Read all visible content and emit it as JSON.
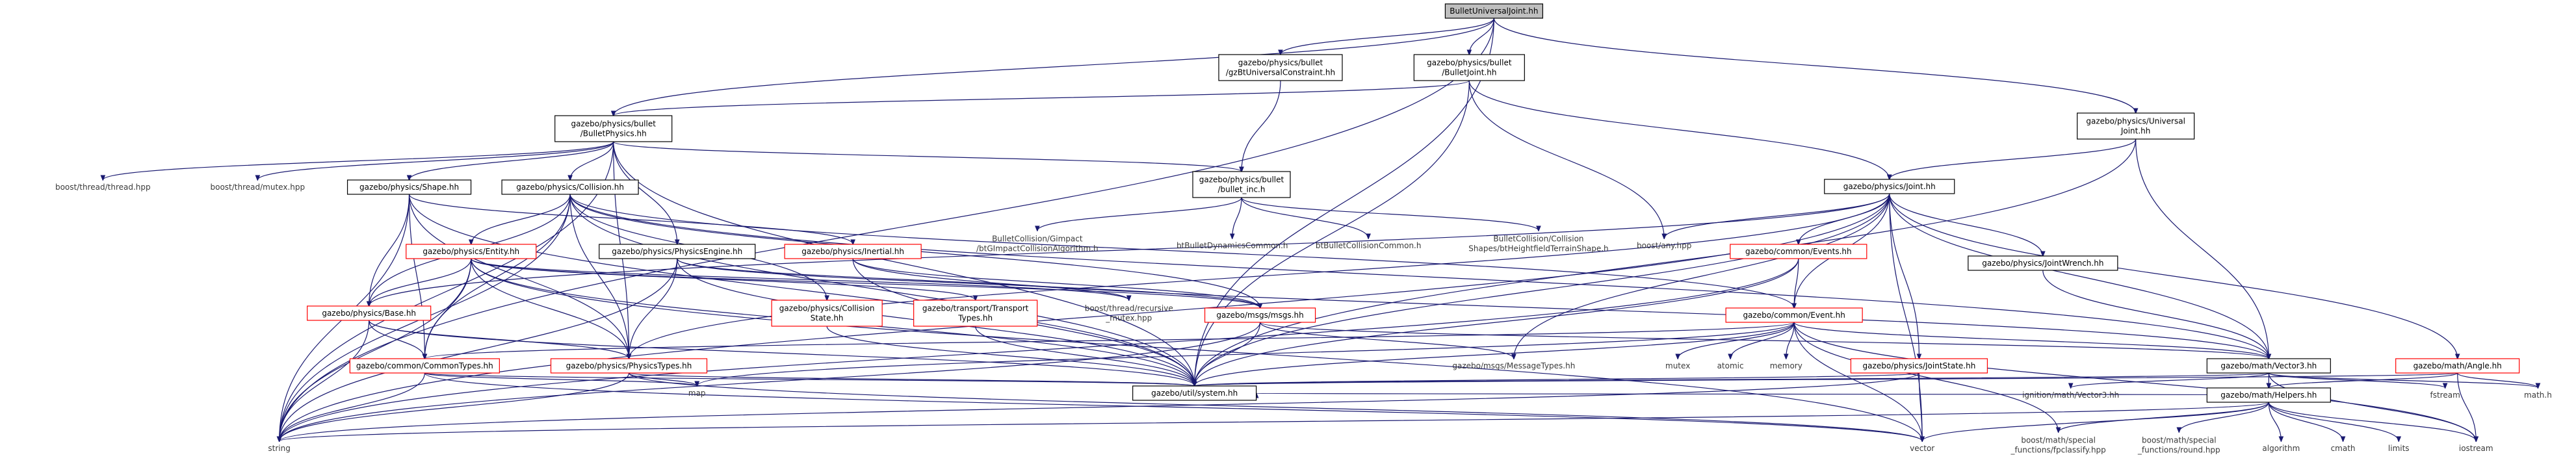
{
  "graph": {
    "nodes": [
      {
        "id": "root",
        "lines": [
          "BulletUniversalJoint.hh"
        ],
        "style": "root"
      },
      {
        "id": "gzbt",
        "lines": [
          "gazebo/physics/bullet",
          "/gzBtUniversalConstraint.hh"
        ],
        "style": "black"
      },
      {
        "id": "bjoint",
        "lines": [
          "gazebo/physics/bullet",
          "/BulletJoint.hh"
        ],
        "style": "black"
      },
      {
        "id": "univ",
        "lines": [
          "gazebo/physics/Universal",
          "Joint.hh"
        ],
        "style": "black"
      },
      {
        "id": "bphys",
        "lines": [
          "gazebo/physics/bullet",
          "/BulletPhysics.hh"
        ],
        "style": "black"
      },
      {
        "id": "binc",
        "lines": [
          "gazebo/physics/bullet",
          "/bullet_inc.h"
        ],
        "style": "black"
      },
      {
        "id": "joint",
        "lines": [
          "gazebo/physics/Joint.hh"
        ],
        "style": "black"
      },
      {
        "id": "thread",
        "lines": [
          "boost/thread/thread.hpp"
        ],
        "style": "none"
      },
      {
        "id": "mutexhpp",
        "lines": [
          "boost/thread/mutex.hpp"
        ],
        "style": "none"
      },
      {
        "id": "shape",
        "lines": [
          "gazebo/physics/Shape.hh"
        ],
        "style": "black"
      },
      {
        "id": "collision",
        "lines": [
          "gazebo/physics/Collision.hh"
        ],
        "style": "black"
      },
      {
        "id": "gimpact",
        "lines": [
          "BulletCollision/Gimpact",
          "/btGImpactCollisionAlgorithm.h"
        ],
        "style": "none"
      },
      {
        "id": "btdyn",
        "lines": [
          "btBulletDynamicsCommon.h"
        ],
        "style": "none"
      },
      {
        "id": "btcoll",
        "lines": [
          "btBulletCollisionCommon.h"
        ],
        "style": "none"
      },
      {
        "id": "hfield",
        "lines": [
          "BulletCollision/Collision",
          "Shapes/btHeightfieldTerrainShape.h"
        ],
        "style": "none"
      },
      {
        "id": "anyhpp",
        "lines": [
          "boost/any.hpp"
        ],
        "style": "none"
      },
      {
        "id": "entity",
        "lines": [
          "gazebo/physics/Entity.hh"
        ],
        "style": "red"
      },
      {
        "id": "pengine",
        "lines": [
          "gazebo/physics/PhysicsEngine.hh"
        ],
        "style": "black"
      },
      {
        "id": "inertial",
        "lines": [
          "gazebo/physics/Inertial.hh"
        ],
        "style": "red"
      },
      {
        "id": "cevents",
        "lines": [
          "gazebo/common/Events.hh"
        ],
        "style": "red"
      },
      {
        "id": "jwrench",
        "lines": [
          "gazebo/physics/JointWrench.hh"
        ],
        "style": "black"
      },
      {
        "id": "base",
        "lines": [
          "gazebo/physics/Base.hh"
        ],
        "style": "red"
      },
      {
        "id": "cstate",
        "lines": [
          "gazebo/physics/Collision",
          "State.hh"
        ],
        "style": "red"
      },
      {
        "id": "ttypes",
        "lines": [
          "gazebo/transport/Transport",
          "Types.hh"
        ],
        "style": "red"
      },
      {
        "id": "recmutex",
        "lines": [
          "boost/thread/recursive",
          "_mutex.hpp"
        ],
        "style": "none"
      },
      {
        "id": "msgs",
        "lines": [
          "gazebo/msgs/msgs.hh"
        ],
        "style": "red"
      },
      {
        "id": "cevent",
        "lines": [
          "gazebo/common/Event.hh"
        ],
        "style": "red"
      },
      {
        "id": "ctypes",
        "lines": [
          "gazebo/common/CommonTypes.hh"
        ],
        "style": "red"
      },
      {
        "id": "ptypes",
        "lines": [
          "gazebo/physics/PhysicsTypes.hh"
        ],
        "style": "red"
      },
      {
        "id": "msgtypes",
        "lines": [
          "gazebo/msgs/MessageTypes.hh"
        ],
        "style": "none"
      },
      {
        "id": "mutex",
        "lines": [
          "mutex"
        ],
        "style": "none"
      },
      {
        "id": "atomic",
        "lines": [
          "atomic"
        ],
        "style": "none"
      },
      {
        "id": "memory",
        "lines": [
          "memory"
        ],
        "style": "none"
      },
      {
        "id": "jstate",
        "lines": [
          "gazebo/physics/JointState.hh"
        ],
        "style": "red"
      },
      {
        "id": "vec3",
        "lines": [
          "gazebo/math/Vector3.hh"
        ],
        "style": "black"
      },
      {
        "id": "angle",
        "lines": [
          "gazebo/math/Angle.hh"
        ],
        "style": "red"
      },
      {
        "id": "map",
        "lines": [
          "map"
        ],
        "style": "none"
      },
      {
        "id": "usys",
        "lines": [
          "gazebo/util/system.hh"
        ],
        "style": "black"
      },
      {
        "id": "ignvec3",
        "lines": [
          "ignition/math/Vector3.hh"
        ],
        "style": "none"
      },
      {
        "id": "mhelpers",
        "lines": [
          "gazebo/math/Helpers.hh"
        ],
        "style": "black"
      },
      {
        "id": "fstream",
        "lines": [
          "fstream"
        ],
        "style": "none"
      },
      {
        "id": "mathh",
        "lines": [
          "math.h"
        ],
        "style": "none"
      },
      {
        "id": "string",
        "lines": [
          "string"
        ],
        "style": "none"
      },
      {
        "id": "vector",
        "lines": [
          "vector"
        ],
        "style": "none"
      },
      {
        "id": "fpclass",
        "lines": [
          "boost/math/special",
          "_functions/fpclassify.hpp"
        ],
        "style": "none"
      },
      {
        "id": "round",
        "lines": [
          "boost/math/special",
          "_functions/round.hpp"
        ],
        "style": "none"
      },
      {
        "id": "algorithm",
        "lines": [
          "algorithm"
        ],
        "style": "none"
      },
      {
        "id": "cmath",
        "lines": [
          "cmath"
        ],
        "style": "none"
      },
      {
        "id": "limits",
        "lines": [
          "limits"
        ],
        "style": "none"
      },
      {
        "id": "iostream",
        "lines": [
          "iostream"
        ],
        "style": "none"
      }
    ],
    "edges": [
      [
        "root",
        "gzbt"
      ],
      [
        "root",
        "bjoint"
      ],
      [
        "root",
        "univ"
      ],
      [
        "root",
        "bphys"
      ],
      [
        "root",
        "string"
      ],
      [
        "root",
        "usys"
      ],
      [
        "gzbt",
        "binc"
      ],
      [
        "bjoint",
        "bphys"
      ],
      [
        "bjoint",
        "joint"
      ],
      [
        "bjoint",
        "anyhpp"
      ],
      [
        "bjoint",
        "usys"
      ],
      [
        "univ",
        "joint"
      ],
      [
        "univ",
        "vec3"
      ],
      [
        "univ",
        "usys"
      ],
      [
        "bphys",
        "thread"
      ],
      [
        "bphys",
        "mutexhpp"
      ],
      [
        "bphys",
        "shape"
      ],
      [
        "bphys",
        "collision"
      ],
      [
        "bphys",
        "binc"
      ],
      [
        "bphys",
        "pengine"
      ],
      [
        "bphys",
        "string"
      ],
      [
        "bphys",
        "ptypes"
      ],
      [
        "bphys",
        "usys"
      ],
      [
        "binc",
        "gimpact"
      ],
      [
        "binc",
        "btdyn"
      ],
      [
        "binc",
        "btcoll"
      ],
      [
        "binc",
        "hfield"
      ],
      [
        "joint",
        "anyhpp"
      ],
      [
        "joint",
        "cevents"
      ],
      [
        "joint",
        "jwrench"
      ],
      [
        "joint",
        "cevent"
      ],
      [
        "joint",
        "jstate"
      ],
      [
        "joint",
        "vec3"
      ],
      [
        "joint",
        "angle"
      ],
      [
        "joint",
        "base"
      ],
      [
        "joint",
        "msgtypes"
      ],
      [
        "joint",
        "usys"
      ],
      [
        "joint",
        "ptypes"
      ],
      [
        "joint",
        "string"
      ],
      [
        "joint",
        "vector"
      ],
      [
        "shape",
        "inertial"
      ],
      [
        "shape",
        "base"
      ],
      [
        "shape",
        "ctypes"
      ],
      [
        "shape",
        "ptypes"
      ],
      [
        "shape",
        "usys"
      ],
      [
        "shape",
        "string"
      ],
      [
        "collision",
        "entity"
      ],
      [
        "collision",
        "cstate"
      ],
      [
        "collision",
        "msgs"
      ],
      [
        "collision",
        "vec3"
      ],
      [
        "collision",
        "ptypes"
      ],
      [
        "collision",
        "ctypes"
      ],
      [
        "collision",
        "usys"
      ],
      [
        "collision",
        "base"
      ],
      [
        "collision",
        "string"
      ],
      [
        "collision",
        "cevent"
      ],
      [
        "entity",
        "base"
      ],
      [
        "entity",
        "ttypes"
      ],
      [
        "entity",
        "recmutex"
      ],
      [
        "entity",
        "msgs"
      ],
      [
        "entity",
        "ctypes"
      ],
      [
        "entity",
        "ptypes"
      ],
      [
        "entity",
        "usys"
      ],
      [
        "entity",
        "string"
      ],
      [
        "entity",
        "vector"
      ],
      [
        "pengine",
        "msgs"
      ],
      [
        "pengine",
        "ptypes"
      ],
      [
        "pengine",
        "usys"
      ],
      [
        "pengine",
        "string"
      ],
      [
        "pengine",
        "recmutex"
      ],
      [
        "inertial",
        "msgs"
      ],
      [
        "inertial",
        "usys"
      ],
      [
        "inertial",
        "vec3"
      ],
      [
        "cevents",
        "cevent"
      ],
      [
        "cevents",
        "usys"
      ],
      [
        "cevents",
        "string"
      ],
      [
        "jwrench",
        "vec3"
      ],
      [
        "base",
        "ctypes"
      ],
      [
        "base",
        "ptypes"
      ],
      [
        "base",
        "usys"
      ],
      [
        "base",
        "string"
      ],
      [
        "cstate",
        "usys"
      ],
      [
        "ttypes",
        "usys"
      ],
      [
        "msgs",
        "msgtypes"
      ],
      [
        "msgs",
        "string"
      ],
      [
        "msgs",
        "usys"
      ],
      [
        "msgs",
        "vec3"
      ],
      [
        "cevent",
        "mutex"
      ],
      [
        "cevent",
        "atomic"
      ],
      [
        "cevent",
        "memory"
      ],
      [
        "cevent",
        "map"
      ],
      [
        "cevent",
        "usys"
      ],
      [
        "cevent",
        "ctypes"
      ],
      [
        "cevent",
        "vector"
      ],
      [
        "cevent",
        "iostream"
      ],
      [
        "cevent",
        "vec3"
      ],
      [
        "cevent",
        "fpclass"
      ],
      [
        "ctypes",
        "string"
      ],
      [
        "ctypes",
        "vector"
      ],
      [
        "ctypes",
        "map"
      ],
      [
        "ctypes",
        "usys"
      ],
      [
        "ptypes",
        "map"
      ],
      [
        "ptypes",
        "string"
      ],
      [
        "ptypes",
        "vector"
      ],
      [
        "ptypes",
        "usys"
      ],
      [
        "jstate",
        "usys"
      ],
      [
        "jstate",
        "vector"
      ],
      [
        "jstate",
        "string"
      ],
      [
        "vec3",
        "ignvec3"
      ],
      [
        "vec3",
        "mhelpers"
      ],
      [
        "vec3",
        "fstream"
      ],
      [
        "vec3",
        "mathh"
      ],
      [
        "vec3",
        "iostream"
      ],
      [
        "vec3",
        "usys"
      ],
      [
        "angle",
        "mathh"
      ],
      [
        "angle",
        "iostream"
      ],
      [
        "angle",
        "usys"
      ],
      [
        "angle",
        "mhelpers"
      ],
      [
        "mhelpers",
        "string"
      ],
      [
        "mhelpers",
        "vector"
      ],
      [
        "mhelpers",
        "fpclass"
      ],
      [
        "mhelpers",
        "round"
      ],
      [
        "mhelpers",
        "algorithm"
      ],
      [
        "mhelpers",
        "cmath"
      ],
      [
        "mhelpers",
        "limits"
      ],
      [
        "mhelpers",
        "iostream"
      ],
      [
        "mhelpers",
        "usys"
      ]
    ]
  }
}
